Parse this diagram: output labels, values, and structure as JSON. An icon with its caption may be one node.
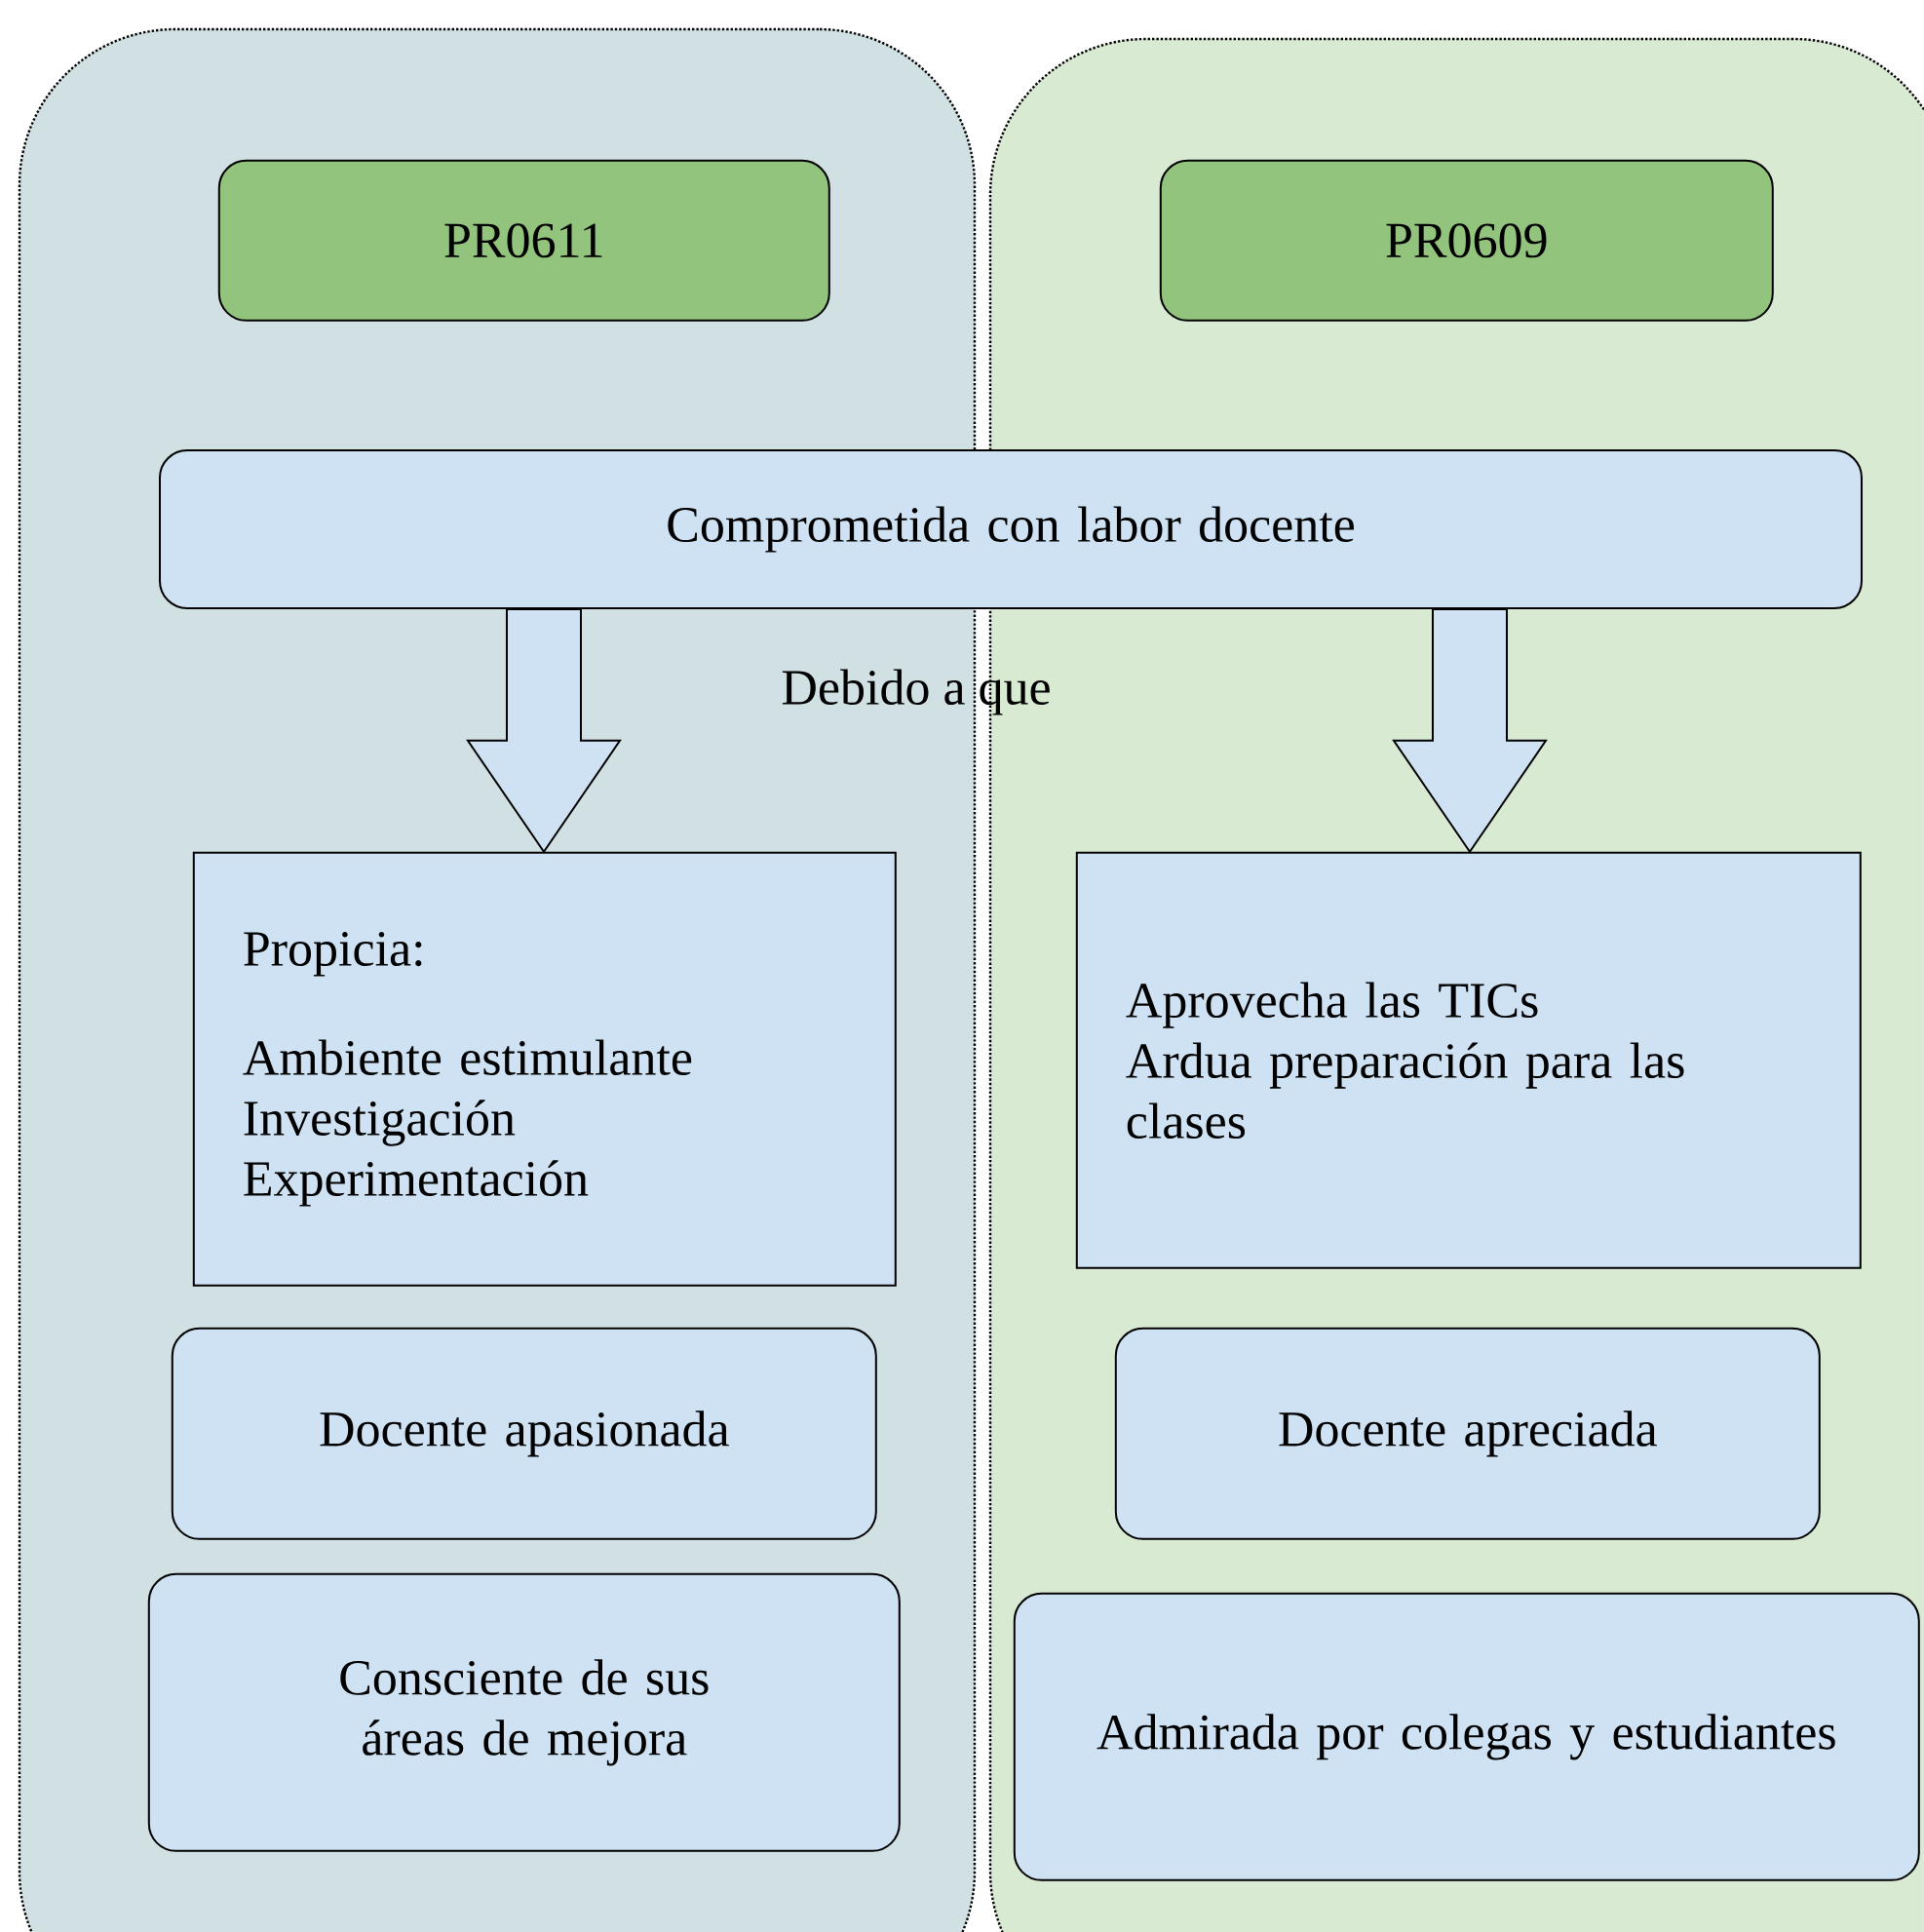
{
  "diagram": {
    "nodes": [
      {
        "text": [],
        "shape": "box"
      },
      {
        "text": [],
        "shape": "box"
      },
      {
        "text": [
          "PR0611"
        ],
        "in": 0
      },
      {
        "text": [
          "PR0609"
        ],
        "in": 1
      },
      {
        "text": [
          "Comprometida con labor docente"
        ]
      },
      {
        "text": [
          "Propicia:",
          "Ambiente estimulante",
          "Investigación",
          "Experimentación"
        ],
        "in": 0
      },
      {
        "text": [
          "Aprovecha las TICs",
          "Ardua preparación para las clases"
        ],
        "in": 1
      },
      {
        "text": [
          "Docente apasionada"
        ],
        "in": 0
      },
      {
        "text": [
          "Docente apreciada"
        ],
        "in": 1
      },
      {
        "text": [
          "Consciente de sus áreas de mejora"
        ],
        "in": 0
      },
      {
        "text": [
          "Admirada por colegas y estudiantes"
        ],
        "in": 1
      }
    ],
    "edges": [
      {
        "from": 4,
        "to": 5,
        "arrow": "to"
      },
      {
        "from": 4,
        "to": 6,
        "arrow": "to"
      }
    ],
    "labels": [
      "Debido a que"
    ]
  }
}
